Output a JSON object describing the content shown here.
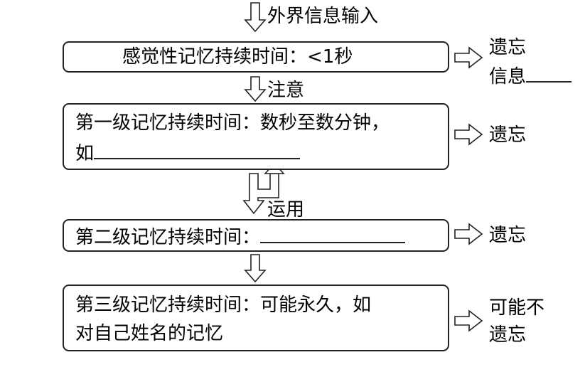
{
  "input_label": "外界信息输入",
  "stage1": {
    "text": "感觉性记忆持续时间：<1秒",
    "out_line1": "遗忘",
    "out_line2": "信息"
  },
  "attention_label": "注意",
  "stage2": {
    "line1": "第一级记忆持续时间：数秒至数分钟，",
    "line2": "如",
    "out": "遗忘"
  },
  "use_label": "运用",
  "stage3": {
    "text": "第二级记忆持续时间：",
    "out": "遗忘"
  },
  "stage4": {
    "line1": "第三级记忆持续时间：可能永久，如",
    "line2": "对自己姓名的记忆",
    "out_line1": "可能不",
    "out_line2": "遗忘"
  }
}
